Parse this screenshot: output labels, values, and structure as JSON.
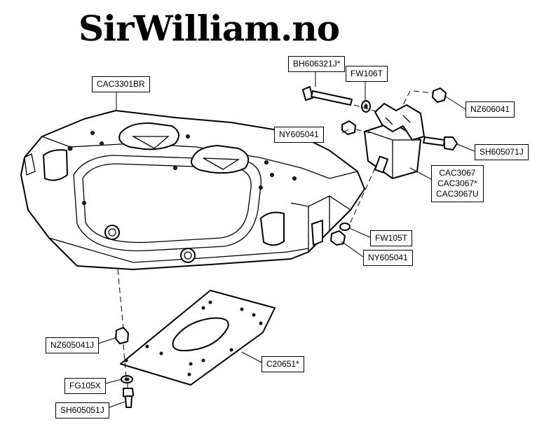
{
  "brand": {
    "text": "SirWilliam.no"
  },
  "labels": {
    "cac3301br": "CAC3301BR",
    "bh606321j": "BH606321J*",
    "fw106t": "FW106T",
    "nz606041": "NZ606041",
    "ny605041_top": "NY605041",
    "sh605071j": "SH605071J",
    "cac3067": [
      "CAC3067",
      "CAC3067*",
      "CAC3067U"
    ],
    "fw105t": "FW105T",
    "ny605041_bottom": "NY605041",
    "nz605041j": "NZ605041J",
    "c20651": "C20651*",
    "fg105x": "FG105X",
    "sh605051j": "SH605051J"
  }
}
